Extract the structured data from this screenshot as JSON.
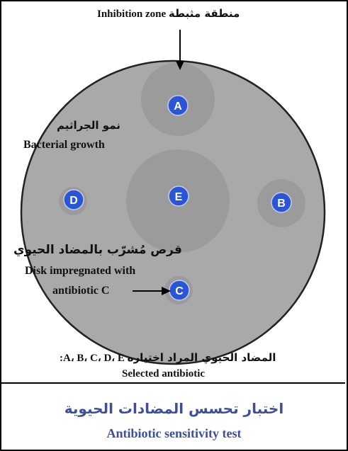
{
  "labels": {
    "inhibition_zone": "Inhibition zone",
    "inhibition_zone_ar": "منطقة مثبطة",
    "bacterial_growth_ar": "نمو الجراثيم",
    "bacterial_growth": "Bacterial growth",
    "disk_ar": "قرص مُشرّب بالمضاد الحيوي",
    "disk_line1": "Disk impregnated with",
    "disk_line2": "antibiotic C",
    "selected_letters": "A، B، C، D، E:",
    "selected_ar": "المضاد الحيوي المراد اختياره",
    "selected_antibiotic": "Selected antibiotic"
  },
  "footer": {
    "title_ar": "اختبار تحسس المضادات الحيوية",
    "title_en": "Antibiotic sensitivity test"
  },
  "disks": [
    {
      "letter": "A"
    },
    {
      "letter": "B"
    },
    {
      "letter": "C"
    },
    {
      "letter": "D"
    },
    {
      "letter": "E"
    }
  ],
  "colors": {
    "plate": "#a9a9a9",
    "zone": "#9b9b9b",
    "disk": "#2a55d6",
    "footer_text": "#3b4f9a"
  }
}
